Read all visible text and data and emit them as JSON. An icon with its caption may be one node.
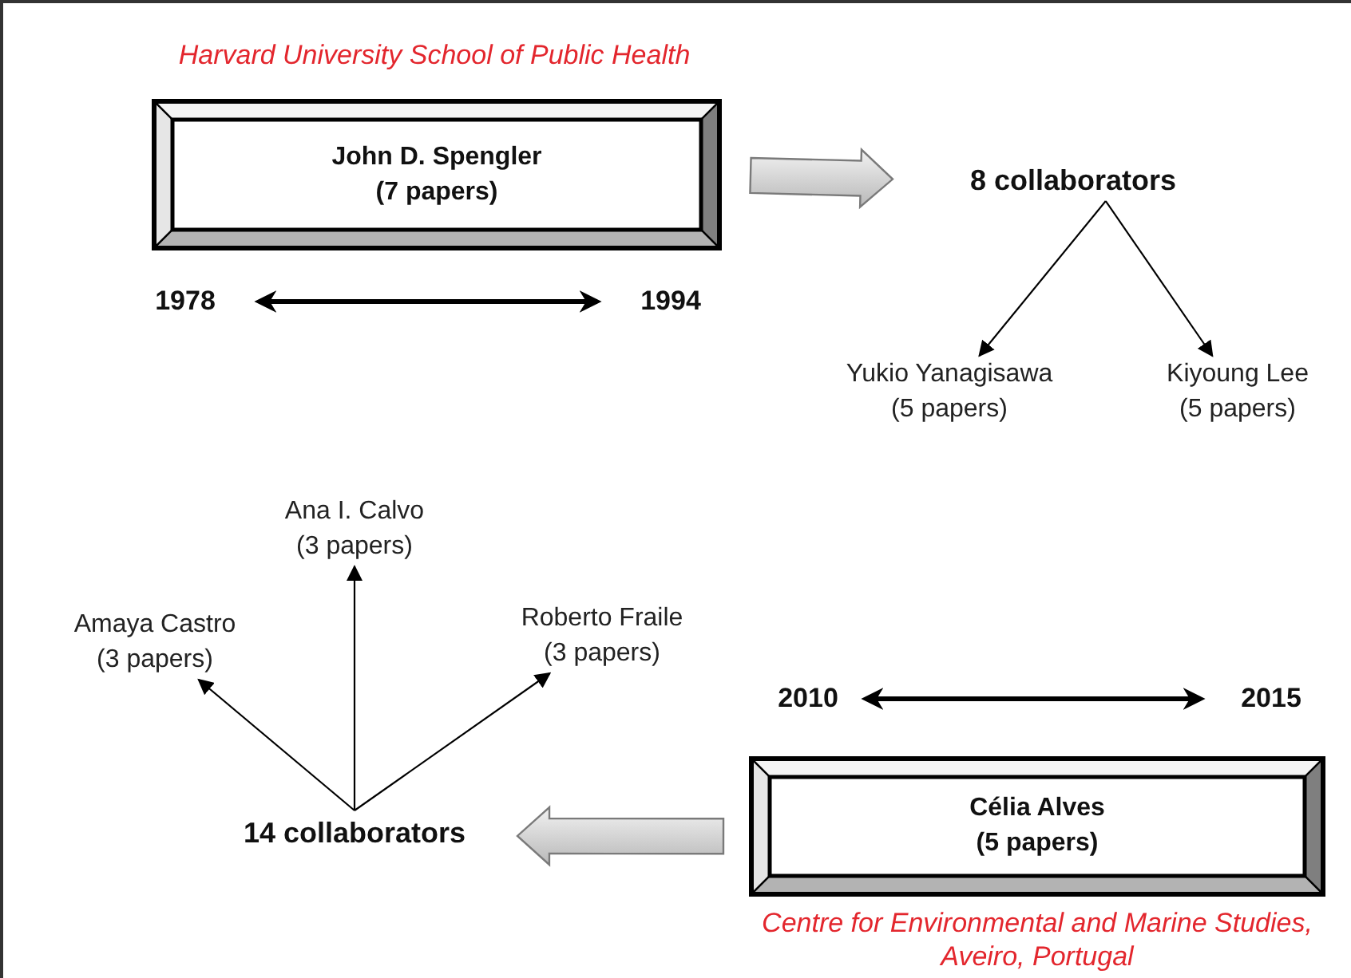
{
  "diagram": {
    "nodes": [
      {
        "text": [
          "John D. Spengler (7 papers)"
        ],
        "beside": [
          "Harvard University School of Public Health"
        ]
      },
      {
        "text": [
          "8 collaborators"
        ]
      },
      {
        "text": [
          "1978"
        ]
      },
      {
        "text": [
          "1994"
        ]
      },
      {
        "text": [
          "Yukio Yanagisawa (5 papers)"
        ]
      },
      {
        "text": [
          "Kiyoung Lee (5 papers)"
        ]
      },
      {
        "text": [
          "Ana I. Calvo (3 papers)"
        ]
      },
      {
        "text": [
          "Amaya Castro (3 papers)"
        ]
      },
      {
        "text": [
          "Roberto Fraile (3 papers)"
        ]
      },
      {
        "text": [
          "2010"
        ]
      },
      {
        "text": [
          "2015"
        ]
      },
      {
        "text": [
          "14 collaborators"
        ]
      },
      {
        "text": [
          "Célia Alves (5 papers)"
        ],
        "beside": [
          "Centre for Environmental and Marine Studies, Aveiro, Portugal"
        ]
      }
    ],
    "edges": [
      {
        "from": 0,
        "to": 1,
        "arrow": "to",
        "style": "thick"
      },
      {
        "from": 2,
        "to": 3,
        "arrow": "both",
        "style": "thick"
      },
      {
        "from": 1,
        "to": 4,
        "arrow": "to"
      },
      {
        "from": 1,
        "to": 5,
        "arrow": "to"
      },
      {
        "from": 11,
        "to": 6,
        "arrow": "to"
      },
      {
        "from": 11,
        "to": 7,
        "arrow": "to"
      },
      {
        "from": 11,
        "to": 8,
        "arrow": "to"
      },
      {
        "from": 9,
        "to": 10,
        "arrow": "both",
        "style": "thick"
      },
      {
        "from": 12,
        "to": 11,
        "arrow": "to",
        "style": "thick"
      }
    ]
  }
}
